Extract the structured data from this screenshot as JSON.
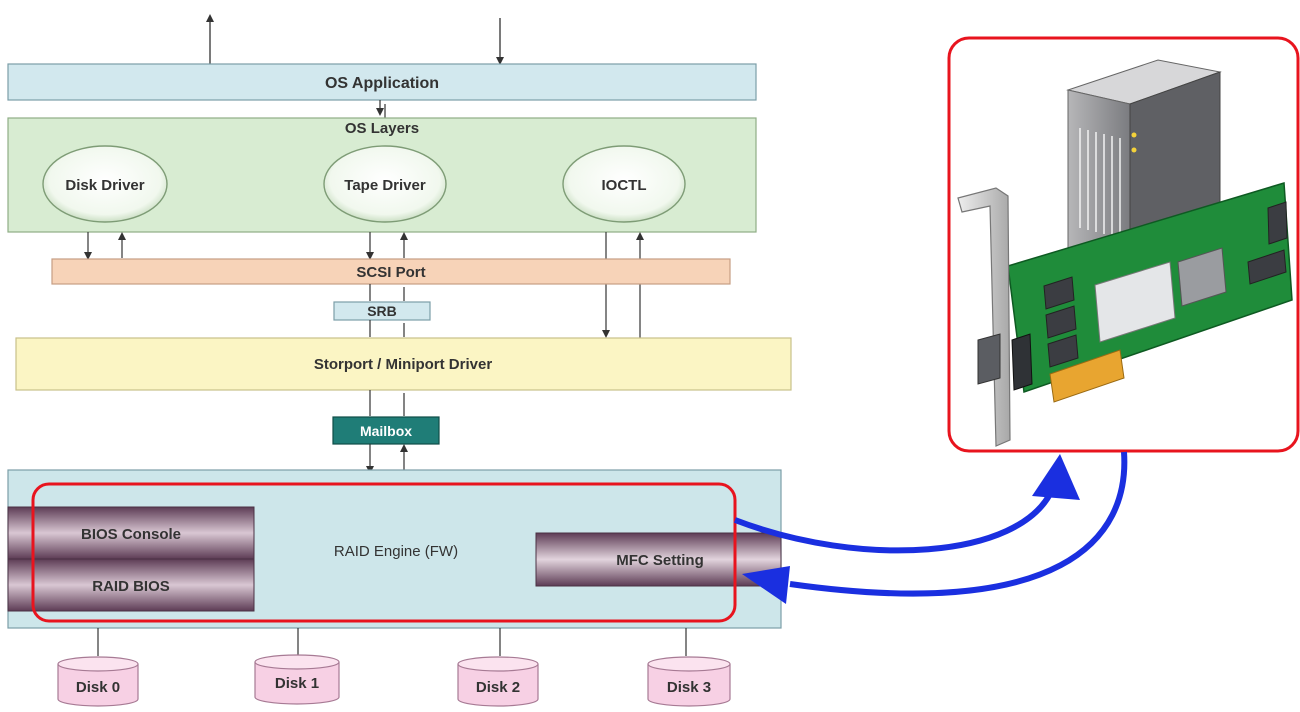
{
  "layers": {
    "os_application": "OS Application",
    "os_layers": "OS Layers",
    "disk_driver": "Disk Driver",
    "tape_driver": "Tape Driver",
    "ioctl": "IOCTL",
    "scsi_port": "SCSI Port",
    "srb": "SRB",
    "storport": "Storport / Miniport Driver",
    "mailbox": "Mailbox"
  },
  "raid": {
    "engine": "RAID Engine (FW)",
    "bios_console": "BIOS Console",
    "raid_bios": "RAID BIOS",
    "mfc_setting": "MFC Setting"
  },
  "disks": [
    "Disk 0",
    "Disk 1",
    "Disk 2",
    "Disk 3"
  ],
  "colors": {
    "highlight": "#e8141e",
    "flow_arrow": "#1a2fe0",
    "app_bar": "#d2e8ee",
    "layer_box": "#d8ecd2",
    "port_bar": "#f7d3b8",
    "storport": "#fbf5c4",
    "mailbox": "#1f7d77",
    "firmware": "#cde6ea",
    "bios_block": "#6e4d64",
    "disk": "#f7d0e4"
  },
  "icons": [
    "raid-controller-card-icon",
    "server-tower-icon"
  ]
}
